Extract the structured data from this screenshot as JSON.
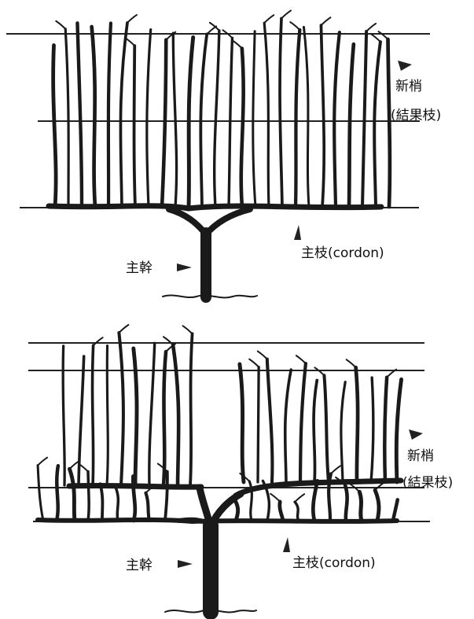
{
  "figures": [
    {
      "shoot_label": "新梢",
      "shoot_sub_label": "(結果枝)",
      "cordon_label": "主枝(cordon)",
      "trunk_label": "主幹"
    },
    {
      "shoot_label": "新梢",
      "shoot_sub_label": "(結果枝)",
      "cordon_label": "主枝(cordon)",
      "trunk_label": "主幹"
    }
  ]
}
